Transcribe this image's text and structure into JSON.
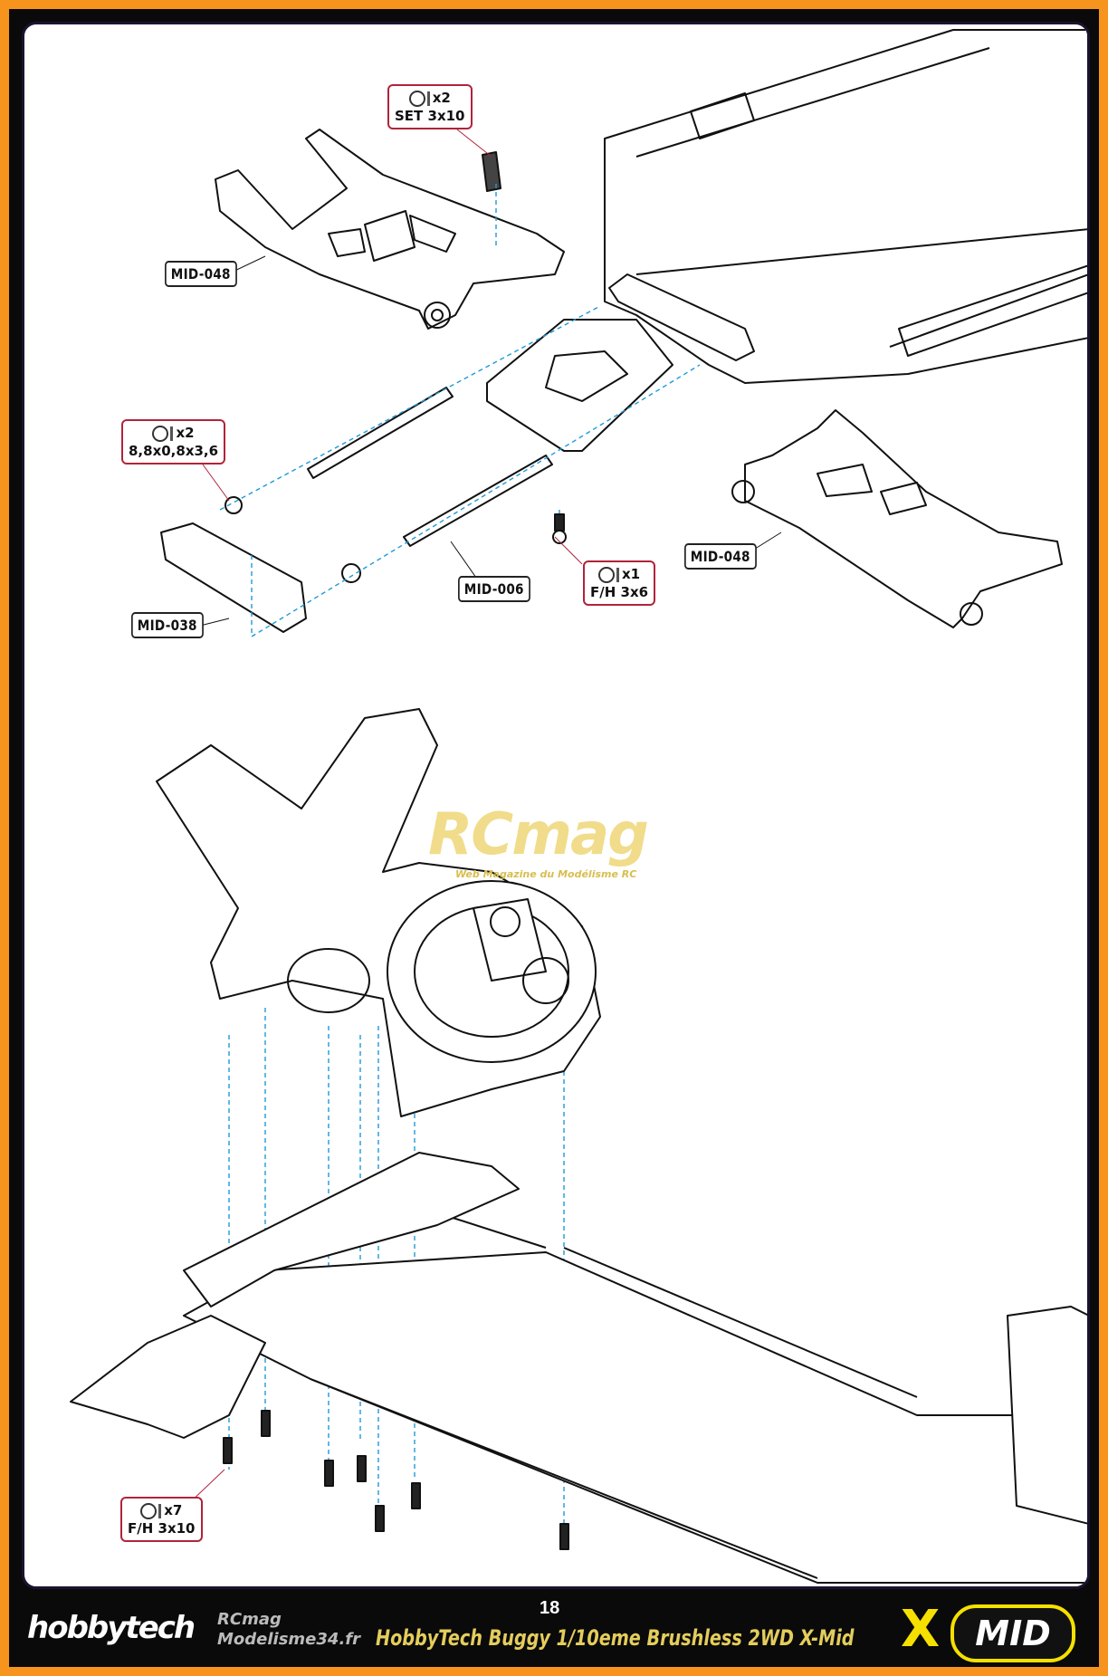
{
  "labels": {
    "mid048_top": "MID-048",
    "mid048_right": "MID-048",
    "mid006": "MID-006",
    "mid038": "MID-038"
  },
  "hardware": [
    {
      "qty": "x2",
      "spec": "SET 3x10",
      "icon": "set-screw-icon"
    },
    {
      "qty": "x2",
      "spec": "8,8x0,8x3,6",
      "icon": "washer-icon"
    },
    {
      "qty": "x1",
      "spec": "F/H 3x6",
      "icon": "flat-head-screw-icon"
    },
    {
      "qty": "x7",
      "spec": "F/H 3x10",
      "icon": "flat-head-screw-icon"
    }
  ],
  "watermark": {
    "name": "RCmag",
    "tagline": "Web Magazine du Modélisme RC"
  },
  "footer": {
    "brand": "hobbytech",
    "site_top": "RCmag",
    "site_bottom": "Modelisme34.fr",
    "title": "HobbyTech Buggy 1/10eme Brushless 2WD X-Mid",
    "page": "18",
    "product_logo": "MID"
  },
  "colors": {
    "frame": "#f7941d",
    "dash": "#1e9ad6",
    "hardware_border": "#b0243a"
  }
}
